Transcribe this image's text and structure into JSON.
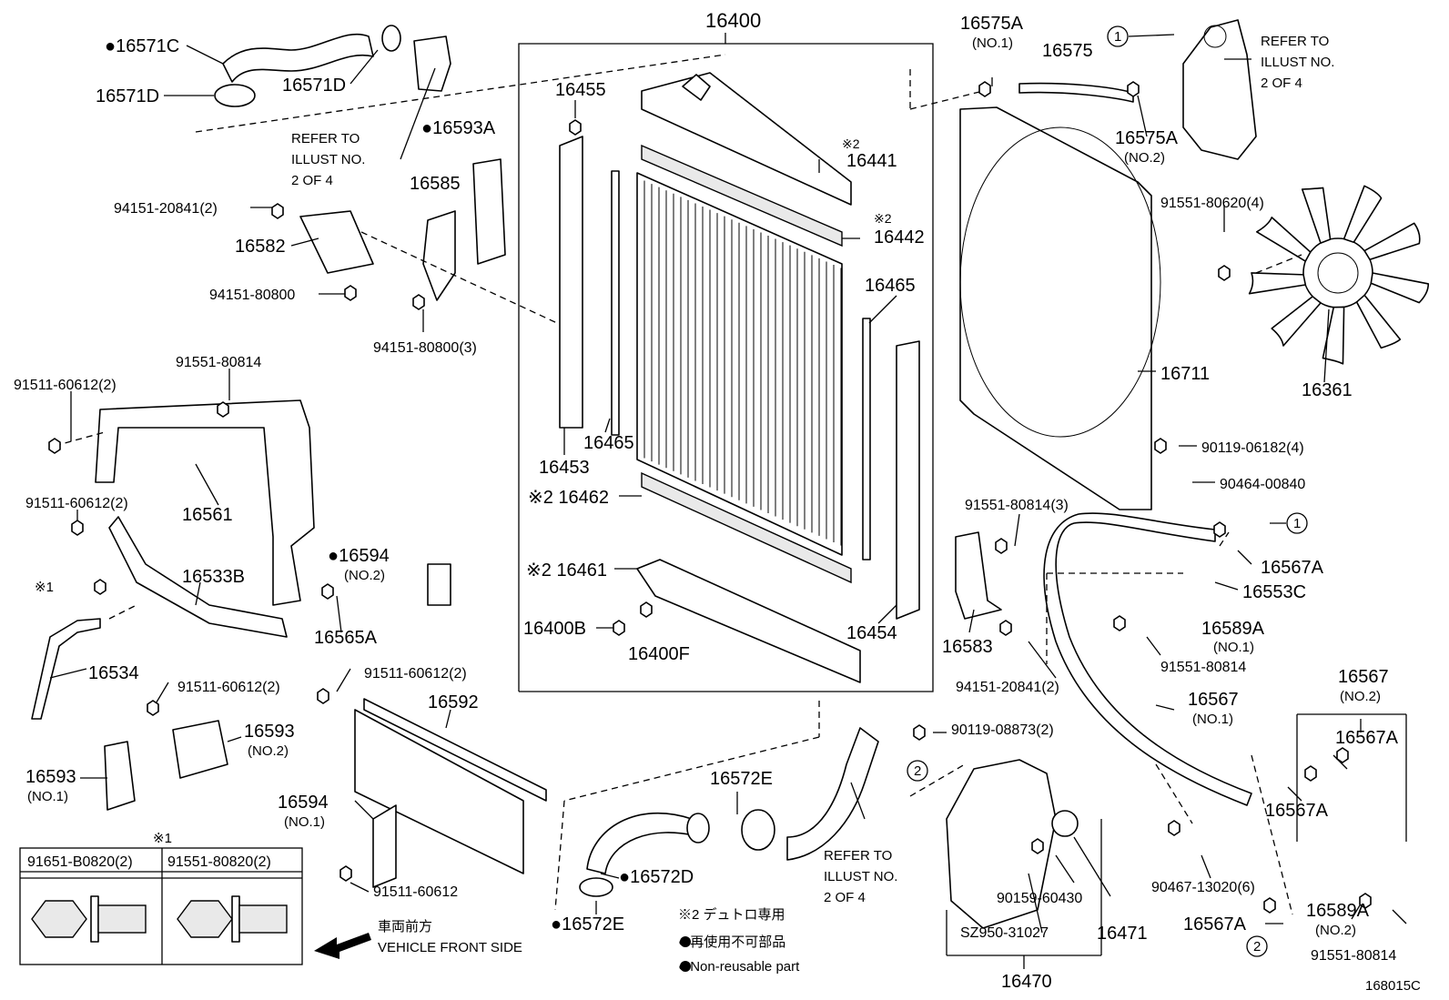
{
  "diagram": {
    "illustration_number": "168015C",
    "labels": [
      {
        "id": "16400",
        "text": "16400",
        "size": 22
      },
      {
        "id": "16455",
        "text": "16455",
        "size": 20
      },
      {
        "id": "16441-note",
        "text": "※2",
        "size": 14
      },
      {
        "id": "16441",
        "text": "16441",
        "size": 20
      },
      {
        "id": "16442-note",
        "text": "※2",
        "size": 14
      },
      {
        "id": "16442",
        "text": "16442",
        "size": 20
      },
      {
        "id": "16465-a",
        "text": "16465",
        "size": 20
      },
      {
        "id": "16465-b",
        "text": "16465",
        "size": 20
      },
      {
        "id": "16453",
        "text": "16453",
        "size": 20
      },
      {
        "id": "16462",
        "text": "※2 16462",
        "size": 20
      },
      {
        "id": "16461",
        "text": "※2 16461",
        "size": 20
      },
      {
        "id": "16400B",
        "text": "16400B",
        "size": 20
      },
      {
        "id": "16400F",
        "text": "16400F",
        "size": 20
      },
      {
        "id": "16454",
        "text": "16454",
        "size": 20
      },
      {
        "id": "16571C",
        "text": "●16571C",
        "size": 20
      },
      {
        "id": "16571D-a",
        "text": "16571D",
        "size": 20
      },
      {
        "id": "16571D-b",
        "text": "16571D",
        "size": 20
      },
      {
        "id": "refer-1",
        "text": "REFER TO",
        "size": 15
      },
      {
        "id": "refer-1b",
        "text": "ILLUST NO.",
        "size": 15
      },
      {
        "id": "refer-1c",
        "text": "2 OF 4",
        "size": 15
      },
      {
        "id": "16593A",
        "text": "●16593A",
        "size": 20
      },
      {
        "id": "16585",
        "text": "16585",
        "size": 20
      },
      {
        "id": "94151-20841a",
        "text": "94151-20841(2)",
        "size": 16
      },
      {
        "id": "16582",
        "text": "16582",
        "size": 20
      },
      {
        "id": "94151-80800a",
        "text": "94151-80800",
        "size": 16
      },
      {
        "id": "94151-80800b",
        "text": "94151-80800(3)",
        "size": 16
      },
      {
        "id": "91551-80814a",
        "text": "91551-80814",
        "size": 16
      },
      {
        "id": "91511-60612a",
        "text": "91511-60612(2)",
        "size": 16
      },
      {
        "id": "16561",
        "text": "16561",
        "size": 20
      },
      {
        "id": "91511-60612b",
        "text": "91511-60612(2)",
        "size": 16
      },
      {
        "id": "16594-no2",
        "text": "●16594",
        "size": 20
      },
      {
        "id": "16594-no2s",
        "text": "(NO.2)",
        "size": 15
      },
      {
        "id": "note1",
        "text": "※1",
        "size": 15
      },
      {
        "id": "16533B",
        "text": "16533B",
        "size": 20
      },
      {
        "id": "16565A",
        "text": "16565A",
        "size": 20
      },
      {
        "id": "16534",
        "text": "16534",
        "size": 20
      },
      {
        "id": "91511-60612c",
        "text": "91511-60612(2)",
        "size": 16
      },
      {
        "id": "91511-60612d",
        "text": "91511-60612(2)",
        "size": 16
      },
      {
        "id": "16592",
        "text": "16592",
        "size": 20
      },
      {
        "id": "16593-no2",
        "text": "16593",
        "size": 20
      },
      {
        "id": "16593-no2s",
        "text": "(NO.2)",
        "size": 15
      },
      {
        "id": "16593-no1",
        "text": "16593",
        "size": 20
      },
      {
        "id": "16593-no1s",
        "text": "(NO.1)",
        "size": 15
      },
      {
        "id": "16594-no1",
        "text": "16594",
        "size": 20
      },
      {
        "id": "16594-no1s",
        "text": "(NO.1)",
        "size": 15
      },
      {
        "id": "91511-60612e",
        "text": "91511-60612",
        "size": 16
      },
      {
        "id": "note1b",
        "text": "※1",
        "size": 15
      },
      {
        "id": "tbl-l",
        "text": "91651-B0820(2)",
        "size": 16
      },
      {
        "id": "tbl-r",
        "text": "91551-80820(2)",
        "size": 16
      },
      {
        "id": "front-jp",
        "text": "車両前方",
        "size": 15
      },
      {
        "id": "front-en",
        "text": "VEHICLE FRONT SIDE",
        "size": 15
      },
      {
        "id": "16572E-a",
        "text": "16572E",
        "size": 20
      },
      {
        "id": "16572D",
        "text": "●16572D",
        "size": 20
      },
      {
        "id": "16572E-b",
        "text": "●16572E",
        "size": 20
      },
      {
        "id": "refer-2",
        "text": "REFER TO",
        "size": 15
      },
      {
        "id": "refer-2b",
        "text": "ILLUST NO.",
        "size": 15
      },
      {
        "id": "refer-2c",
        "text": "2 OF 4",
        "size": 15
      },
      {
        "id": "legend-2",
        "text": "※2 デュトロ専用",
        "size": 15
      },
      {
        "id": "legend-jp",
        "text": "● 再使用不可部品",
        "size": 15
      },
      {
        "id": "legend-en",
        "text": "● Non-reusable part",
        "size": 15
      },
      {
        "id": "16575A-a",
        "text": "16575A",
        "size": 20
      },
      {
        "id": "16575A-as",
        "text": "(NO.1)",
        "size": 15
      },
      {
        "id": "16575",
        "text": "16575",
        "size": 20
      },
      {
        "id": "16575A-b",
        "text": "16575A",
        "size": 20
      },
      {
        "id": "16575A-bs",
        "text": "(NO.2)",
        "size": 15
      },
      {
        "id": "refer-3",
        "text": "REFER TO",
        "size": 15
      },
      {
        "id": "refer-3b",
        "text": "ILLUST NO.",
        "size": 15
      },
      {
        "id": "refer-3c",
        "text": "2 OF 4",
        "size": 15
      },
      {
        "id": "91551-80620",
        "text": "91551-80620(4)",
        "size": 16
      },
      {
        "id": "16711",
        "text": "16711",
        "size": 20
      },
      {
        "id": "16361",
        "text": "16361",
        "size": 20
      },
      {
        "id": "90119-06182",
        "text": "90119-06182(4)",
        "size": 16
      },
      {
        "id": "90464-00840",
        "text": "90464-00840",
        "size": 16
      },
      {
        "id": "91551-80814b",
        "text": "91551-80814(3)",
        "size": 16
      },
      {
        "id": "16567A-a",
        "text": "16567A",
        "size": 20
      },
      {
        "id": "16553C",
        "text": "16553C",
        "size": 20
      },
      {
        "id": "16589A-no1",
        "text": "16589A",
        "size": 20
      },
      {
        "id": "16589A-no1s",
        "text": "(NO.1)",
        "size": 15
      },
      {
        "id": "91551-80814c",
        "text": "91551-80814",
        "size": 16
      },
      {
        "id": "16583",
        "text": "16583",
        "size": 20
      },
      {
        "id": "94151-20841b",
        "text": "94151-20841(2)",
        "size": 16
      },
      {
        "id": "16567-no1",
        "text": "16567",
        "size": 20
      },
      {
        "id": "16567-no1s",
        "text": "(NO.1)",
        "size": 15
      },
      {
        "id": "16567-no2",
        "text": "16567",
        "size": 20
      },
      {
        "id": "16567-no2s",
        "text": "(NO.2)",
        "size": 15
      },
      {
        "id": "16567A-b",
        "text": "16567A",
        "size": 20
      },
      {
        "id": "16567A-c",
        "text": "16567A",
        "size": 20
      },
      {
        "id": "90119-08873",
        "text": "90119-08873(2)",
        "size": 16
      },
      {
        "id": "90467-13020",
        "text": "90467-13020(6)",
        "size": 16
      },
      {
        "id": "16567A-d",
        "text": "16567A",
        "size": 20
      },
      {
        "id": "16589A-no2",
        "text": "16589A",
        "size": 20
      },
      {
        "id": "16589A-no2s",
        "text": "(NO.2)",
        "size": 15
      },
      {
        "id": "91551-80814d",
        "text": "91551-80814",
        "size": 16
      },
      {
        "id": "90159-60430",
        "text": "90159-60430",
        "size": 16
      },
      {
        "id": "SZ950-31027",
        "text": "SZ950-31027",
        "size": 16
      },
      {
        "id": "16471",
        "text": "16471",
        "size": 20
      },
      {
        "id": "16470",
        "text": "16470",
        "size": 20
      },
      {
        "id": "circle-1a",
        "text": "1",
        "size": 15
      },
      {
        "id": "circle-1b",
        "text": "1",
        "size": 15
      },
      {
        "id": "circle-2a",
        "text": "2",
        "size": 15
      },
      {
        "id": "circle-2b",
        "text": "2",
        "size": 15
      },
      {
        "id": "ill-no",
        "text": "168015C",
        "size": 15
      }
    ]
  }
}
